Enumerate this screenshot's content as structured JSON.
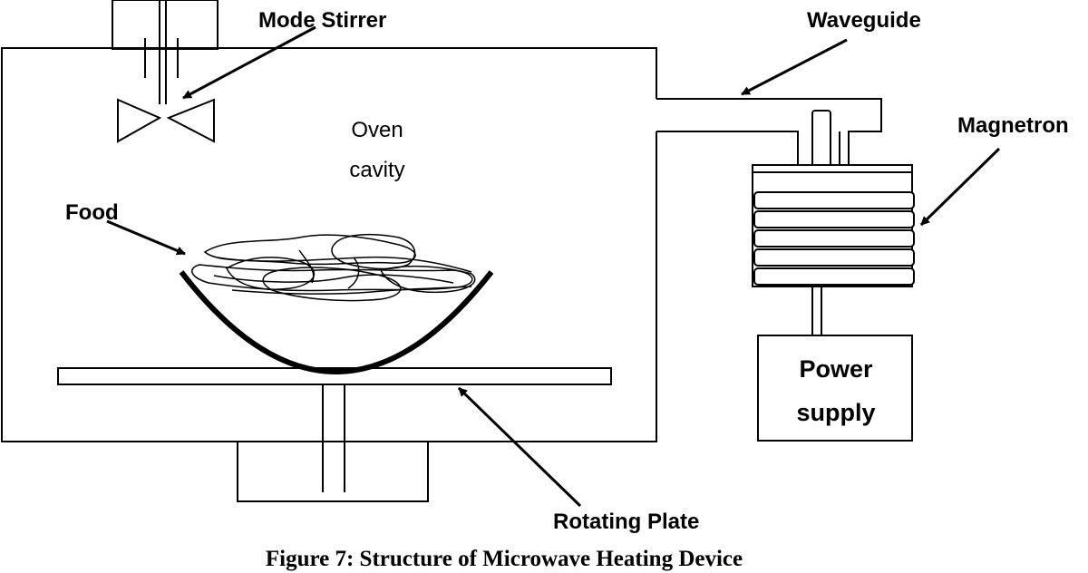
{
  "labels": {
    "mode_stirrer": "Mode Stirrer",
    "waveguide": "Waveguide",
    "magnetron": "Magnetron",
    "oven_cavity_line1": "Oven",
    "oven_cavity_line2": "cavity",
    "food": "Food",
    "power_supply_line1": "Power",
    "power_supply_line2": "supply",
    "rotating_plate": "Rotating Plate"
  },
  "caption": "Figure 7: Structure of Microwave Heating Device"
}
